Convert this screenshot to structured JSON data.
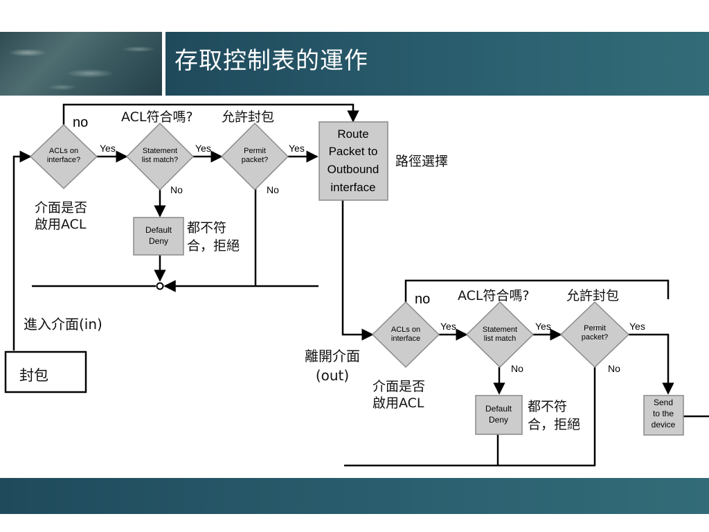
{
  "title": "存取控制表的運作",
  "inbound": {
    "q_acls": [
      "ACLs on",
      "interface?"
    ],
    "q_statement": [
      "Statement",
      "list match?"
    ],
    "q_permit": [
      "Permit",
      "packet?"
    ],
    "yes1": "Yes",
    "yes2": "Yes",
    "yes3": "Yes",
    "no_top": "no",
    "no_statement": "No",
    "no_permit": "No",
    "default_deny": [
      "Default",
      "Deny"
    ],
    "route": [
      "Route",
      "Packet to",
      "Outbound",
      "interface"
    ],
    "acl_match_label": "ACL符合嗎?",
    "allow_label": "允許封包",
    "enable_acl": [
      "介面是否",
      "啟用ACL"
    ],
    "reject_label": [
      "都不符",
      "合，拒絕"
    ],
    "path_select": "路徑選擇",
    "enter_if": "進入介面(in)",
    "packet": "封包"
  },
  "outbound": {
    "q_acls": [
      "ACLs on",
      "interface"
    ],
    "q_statement": [
      "Statement",
      "list match"
    ],
    "q_permit": [
      "Permit",
      "packet?"
    ],
    "yes1": "Yes",
    "yes2": "Yes",
    "yes3": "Yes",
    "no_top": "no",
    "no_statement": "No",
    "no_permit": "No",
    "default_deny": [
      "Default",
      "Deny"
    ],
    "send": [
      "Send",
      "to the",
      "device"
    ],
    "acl_match_label": "ACL符合嗎?",
    "allow_label": "允許封包",
    "enable_acl": [
      "介面是否",
      "啟用ACL"
    ],
    "reject_label": [
      "都不符",
      "合，拒絕"
    ],
    "leave_if": [
      "離開介面",
      "(out)"
    ]
  }
}
